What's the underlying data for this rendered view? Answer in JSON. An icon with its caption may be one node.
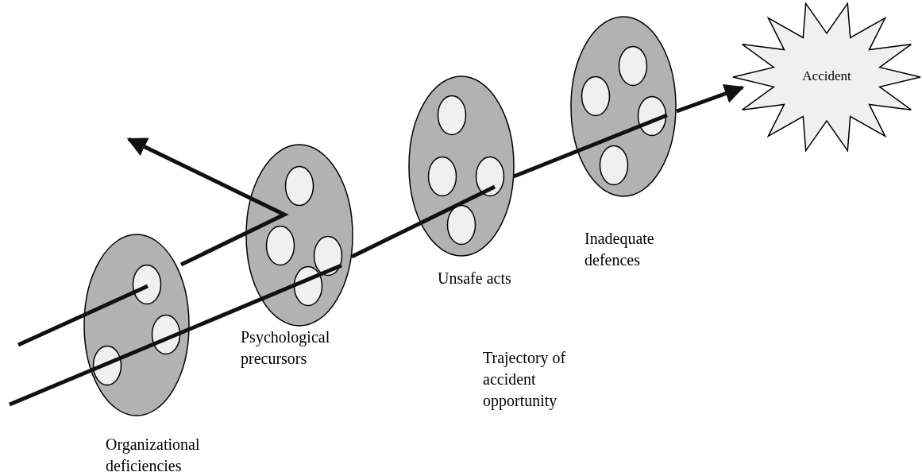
{
  "diagram": {
    "nodes": [
      {
        "text": [
          "Organizational deficiencies"
        ]
      },
      {
        "text": [
          "Psychological precursors"
        ]
      },
      {
        "text": [
          "Unsafe acts"
        ]
      },
      {
        "text": [
          "Inadequate defences"
        ]
      },
      {
        "text": [
          "Accident"
        ]
      }
    ],
    "edges": [
      {
        "from": null,
        "to": 4,
        "arrow": "to"
      }
    ],
    "labels": [
      "Trajectory of accident opportunity"
    ]
  }
}
